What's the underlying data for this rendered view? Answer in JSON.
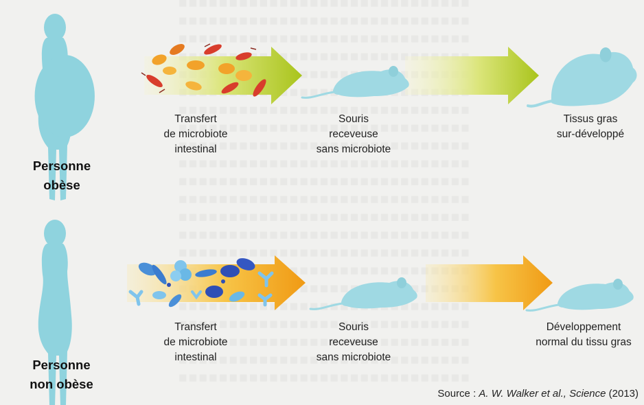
{
  "rows": [
    {
      "person_label": "Personne\nobèse",
      "step1": "Transfert\nde microbiote\nintestinal",
      "step2": "Souris\nreceveuse\nsans microbiote",
      "result": "Tissus gras\nsur-développé"
    },
    {
      "person_label": "Personne\nnon obèse",
      "step1": "Transfert\nde microbiote\nintestinal",
      "step2": "Souris\nreceveuse\nsans microbiote",
      "result": "Développement\nnormal du tissu gras"
    }
  ],
  "source": {
    "prefix": "Source : ",
    "authors": "A. W. Walker et al., Science",
    "year": " (2013)"
  },
  "colors": {
    "silhouette": "#8fd3de",
    "mouse": "#9fd9e3",
    "arrow_top": "#b9d12a",
    "arrow_bottom": "#f2a21d"
  }
}
